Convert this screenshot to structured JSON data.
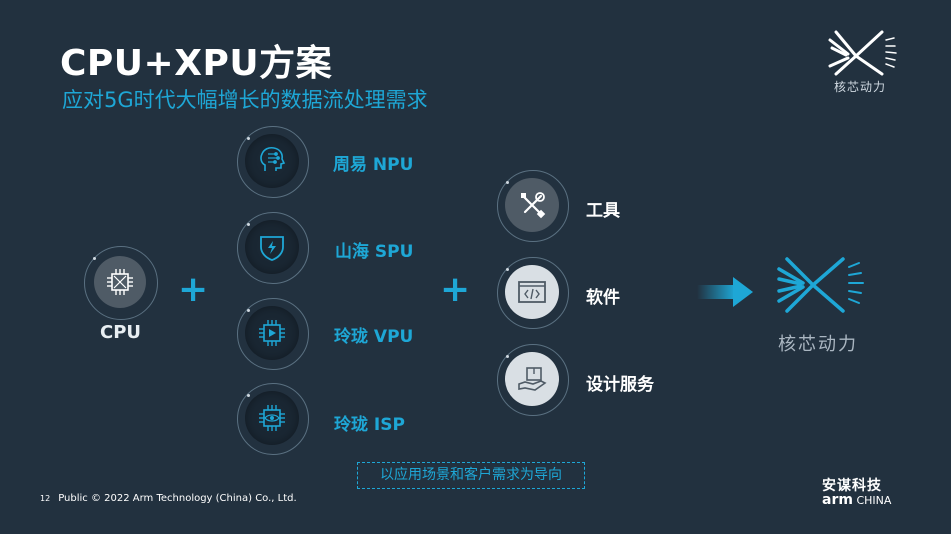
{
  "slide": {
    "title": "CPU+XPU方案",
    "subtitle": "应对5G时代大幅增长的数据流处理需求",
    "brand_name": "核芯动力",
    "cpu_label": "CPU",
    "plus_symbol": "+",
    "xpu_items": [
      {
        "label": "周易 NPU",
        "icon": "ai-head-icon"
      },
      {
        "label": "山海 SPU",
        "icon": "shield-bolt-icon"
      },
      {
        "label": "玲珑 VPU",
        "icon": "video-chip-icon"
      },
      {
        "label": "玲珑 ISP",
        "icon": "eye-chip-icon"
      }
    ],
    "right_items": [
      {
        "label": "工具",
        "icon": "tools-icon"
      },
      {
        "label": "软件",
        "icon": "code-window-icon"
      },
      {
        "label": "设计服务",
        "icon": "service-hand-icon"
      }
    ],
    "bottom_note": "以应用场景和客户需求为导向",
    "footer": {
      "page_number": "12",
      "text": "Public © 2022 Arm Technology (China) Co., Ltd."
    },
    "partner": {
      "name_cn": "安谋科技",
      "name_en_bold": "arm",
      "name_en_rest": " CHINA"
    },
    "colors": {
      "background": "#22313f",
      "accent": "#1ea7d6",
      "text": "#ffffff"
    }
  }
}
